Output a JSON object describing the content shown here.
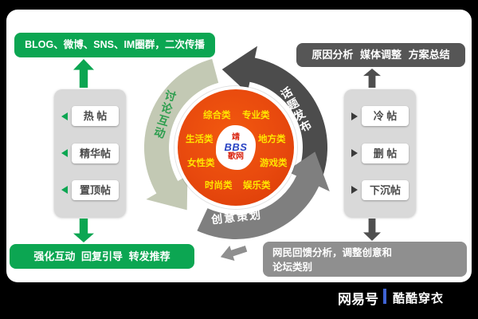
{
  "colors": {
    "green": "#0ca652",
    "dark_gray": "#565656",
    "mid_gray": "#8f8f8f",
    "ring_sage": "#c3c9b4",
    "ring_dark": "#4c4c4c",
    "ring_gray": "#7f7f7f",
    "red_circle": "#e8490e",
    "category_yellow": "#ffe600",
    "logo_blue": "#2b45c4",
    "logo_red": "#d9230f",
    "footer_blue": "#3f63d4"
  },
  "top_left_box": {
    "label": "BLOG、微博、SNS、IM圈群，二次传播"
  },
  "top_right_box": {
    "label": "原因分析 媒体调整 方案总结"
  },
  "bottom_left_box": {
    "label": "强化互动 回复引导 转发推荐"
  },
  "bottom_right_box": {
    "line1": "网民回馈分析，调整创意和",
    "line2": "论坛类别"
  },
  "left_panel": {
    "items": [
      "热 帖",
      "精华帖",
      "置顶帖"
    ]
  },
  "right_panel": {
    "items": [
      "冷 帖",
      "删 帖",
      "下沉帖"
    ]
  },
  "cycle": {
    "discuss_label": "讨论互动",
    "publish_label": "话题发布",
    "plan_label": "创意策划"
  },
  "center": {
    "categories": [
      "综合类",
      "专业类",
      "生活类",
      "地方类",
      "女性类",
      "游戏类",
      "时尚类",
      "娱乐类"
    ],
    "logo": {
      "top": "靖",
      "main": "BBS",
      "bottom": "歌网"
    }
  },
  "footer": {
    "brand": "网易号",
    "account": "酷酷穿衣"
  }
}
